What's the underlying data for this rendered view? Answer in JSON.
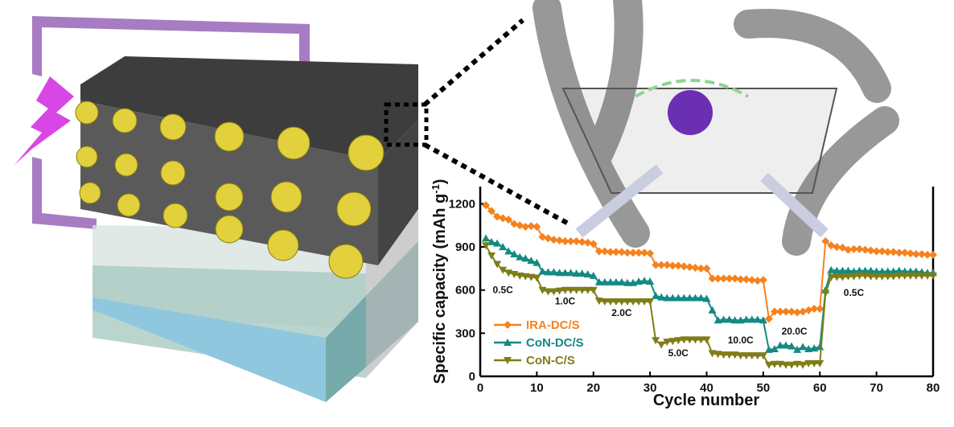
{
  "illustration": {
    "left_panel": "battery-cathode-schematic",
    "inset": "carbon-nanotube-catalysis-schematic"
  },
  "colors": {
    "ira": "#f5821f",
    "con_dc": "#138a82",
    "con_c": "#7f7d16",
    "nanotube": "#444444",
    "sulfur": "#e2d03c",
    "purple": "#9a5fb5",
    "electrolyte": "#9fd3e8"
  },
  "chart_data": {
    "type": "line",
    "title": "",
    "xlabel": "Cycle number",
    "ylabel": "Specific capacity (mAh g",
    "ylabel_sup": "-1",
    "ylabel_end": ")",
    "xlim": [
      0,
      80
    ],
    "ylim": [
      0,
      1320
    ],
    "xticks": [
      0,
      10,
      20,
      30,
      40,
      50,
      60,
      70,
      80
    ],
    "yticks": [
      0,
      300,
      600,
      900,
      1200
    ],
    "grid": false,
    "legend_position": "bottom-left",
    "series": [
      {
        "name": "IRA-DC/S",
        "marker": "diamond",
        "color": "#f5821f",
        "values": [
          1190,
          1150,
          1110,
          1100,
          1090,
          1060,
          1050,
          1040,
          1045,
          1040,
          970,
          960,
          950,
          945,
          940,
          940,
          940,
          935,
          930,
          920,
          870,
          870,
          865,
          865,
          865,
          860,
          860,
          860,
          860,
          855,
          775,
          775,
          775,
          770,
          770,
          765,
          760,
          755,
          750,
          750,
          680,
          680,
          680,
          680,
          680,
          675,
          675,
          670,
          665,
          670,
          400,
          450,
          450,
          450,
          450,
          445,
          450,
          460,
          470,
          470,
          940,
          910,
          900,
          895,
          880,
          885,
          885,
          880,
          875,
          870,
          870,
          865,
          865,
          860,
          860,
          855,
          850,
          850,
          845,
          845
        ]
      },
      {
        "name": "CoN-DC/S",
        "marker": "triangle-up",
        "color": "#138a82",
        "values": [
          960,
          935,
          925,
          900,
          870,
          850,
          830,
          820,
          805,
          790,
          730,
          725,
          725,
          720,
          720,
          720,
          715,
          715,
          710,
          700,
          655,
          655,
          655,
          655,
          655,
          650,
          650,
          660,
          665,
          660,
          560,
          550,
          545,
          545,
          545,
          545,
          545,
          545,
          545,
          540,
          460,
          390,
          395,
          395,
          390,
          390,
          395,
          395,
          395,
          390,
          185,
          190,
          215,
          215,
          210,
          185,
          205,
          190,
          195,
          205,
          600,
          740,
          735,
          735,
          735,
          730,
          735,
          735,
          735,
          730,
          730,
          730,
          730,
          735,
          730,
          730,
          730,
          725,
          720,
          720
        ]
      },
      {
        "name": "CoN-C/S",
        "marker": "triangle-down",
        "color": "#7f7d16",
        "values": [
          910,
          840,
          780,
          740,
          720,
          710,
          700,
          695,
          690,
          685,
          600,
          590,
          590,
          595,
          600,
          600,
          600,
          600,
          600,
          600,
          525,
          520,
          520,
          520,
          520,
          520,
          520,
          520,
          520,
          520,
          250,
          220,
          240,
          245,
          250,
          255,
          255,
          255,
          255,
          255,
          160,
          155,
          150,
          150,
          150,
          145,
          145,
          145,
          145,
          145,
          80,
          85,
          85,
          80,
          80,
          85,
          80,
          90,
          90,
          90,
          580,
          690,
          690,
          690,
          695,
          695,
          700,
          700,
          695,
          695,
          695,
          695,
          695,
          700,
          700,
          700,
          700,
          700,
          700,
          700
        ]
      }
    ],
    "annotations": [
      {
        "text": "0.5C",
        "x": 4,
        "y": 580
      },
      {
        "text": "1.0C",
        "x": 15,
        "y": 500
      },
      {
        "text": "2.0C",
        "x": 25,
        "y": 420
      },
      {
        "text": "5.0C",
        "x": 35,
        "y": 140
      },
      {
        "text": "10.0C",
        "x": 46,
        "y": 230
      },
      {
        "text": "20.0C",
        "x": 55.5,
        "y": 290
      },
      {
        "text": "0.5C",
        "x": 66,
        "y": 560
      }
    ]
  }
}
